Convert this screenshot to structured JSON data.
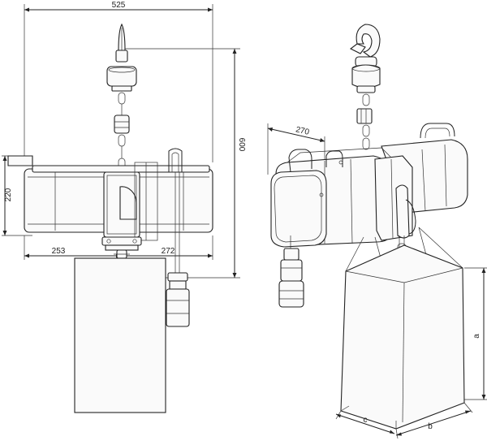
{
  "dimensions": {
    "width_total": "525",
    "height_total": "600",
    "body_height": "220",
    "left_offset": "253",
    "right_offset": "272",
    "depth": "270"
  },
  "bag_labels": {
    "height": "a",
    "width": "b",
    "depth": "c"
  }
}
